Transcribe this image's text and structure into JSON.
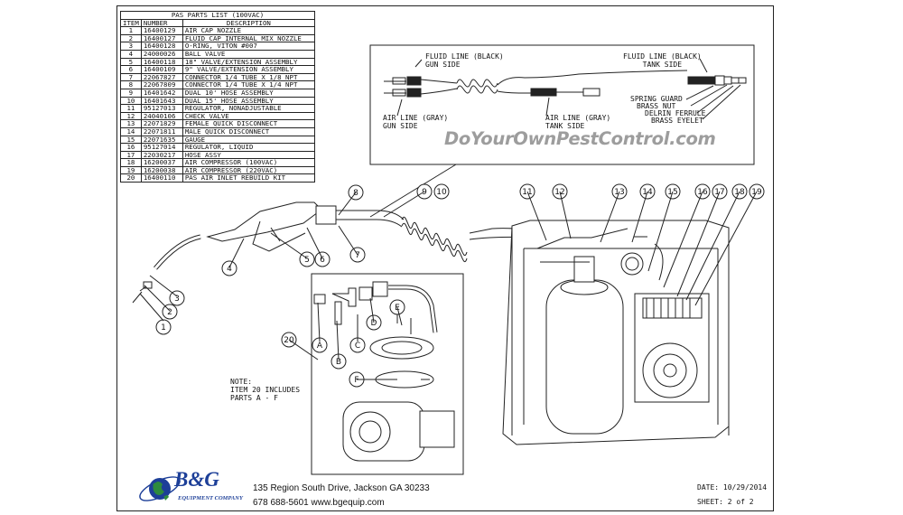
{
  "parts_list": {
    "title": "PAS PARTS LIST (100VAC)",
    "headers": {
      "item": "ITEM",
      "number": "NUMBER",
      "description": "DESCRIPTION"
    },
    "rows": [
      {
        "item": "1",
        "number": "16400129",
        "description": "AIR CAP NOZZLE"
      },
      {
        "item": "2",
        "number": "16400127",
        "description": "FLUID CAP INTERNAL MIX NOZZLE"
      },
      {
        "item": "3",
        "number": "16400128",
        "description": "O-RING, VITON #007"
      },
      {
        "item": "4",
        "number": "24000026",
        "description": "BALL VALVE"
      },
      {
        "item": "5",
        "number": "16400118",
        "description": "18\" VALVE/EXTENSION ASSEMBLY"
      },
      {
        "item": "6",
        "number": "16400109",
        "description": "9\" VALVE/EXTENSION ASSEMBLY"
      },
      {
        "item": "7",
        "number": "22067827",
        "description": "CONNECTOR 1/4 TUBE X 1/8 NPT"
      },
      {
        "item": "8",
        "number": "22067809",
        "description": "CONNECTOR 1/4 TUBE X 1/4 NPT"
      },
      {
        "item": "9",
        "number": "16401642",
        "description": "DUAL 10' HOSE ASSEMBLY"
      },
      {
        "item": "10",
        "number": "16401643",
        "description": "DUAL 15' HOSE ASSEMBLY"
      },
      {
        "item": "11",
        "number": "95127013",
        "description": "REGULATOR, NONADJUSTABLE"
      },
      {
        "item": "12",
        "number": "24040106",
        "description": "CHECK VALVE"
      },
      {
        "item": "13",
        "number": "22071829",
        "description": "FEMALE QUICK DISCONNECT"
      },
      {
        "item": "14",
        "number": "22071811",
        "description": "MALE QUICK DISCONNECT"
      },
      {
        "item": "15",
        "number": "22071635",
        "description": "GAUGE"
      },
      {
        "item": "16",
        "number": "95127014",
        "description": "REGULATOR, LIQUID"
      },
      {
        "item": "17",
        "number": "22030217",
        "description": "HOSE ASSY"
      },
      {
        "item": "18",
        "number": "16200037",
        "description": "AIR COMPRESSOR (100VAC)"
      },
      {
        "item": "19",
        "number": "16200038",
        "description": "AIR COMPRESSOR (220VAC)"
      },
      {
        "item": "20",
        "number": "16400110",
        "description": "PAS AIR INLET REBUILD KIT"
      }
    ]
  },
  "hose_detail": {
    "fluid_gun": "FLUID LINE (BLACK)\nGUN SIDE",
    "fluid_tank": "FLUID LINE (BLACK)\nTANK SIDE",
    "air_gun": "AIR LINE (GRAY)\nGUN SIDE",
    "air_tank": "AIR LINE (GRAY)\nTANK SIDE",
    "fittings": [
      "SPRING GUARD",
      "BRASS NUT",
      "DELRIN FERRULE",
      "BRASS EYELET"
    ]
  },
  "watermark": "DoYourOwnPestControl.com",
  "callouts": {
    "numbers": [
      "1",
      "2",
      "3",
      "4",
      "5",
      "6",
      "7",
      "8",
      "9",
      "10",
      "11",
      "12",
      "13",
      "14",
      "15",
      "16",
      "17",
      "18",
      "19",
      "20"
    ],
    "letters": [
      "A",
      "B",
      "C",
      "D",
      "E",
      "F"
    ]
  },
  "note": "NOTE:\nITEM 20 INCLUDES\nPARTS A - F",
  "company": {
    "logo": "B&G",
    "logo_sub": "EQUIPMENT COMPANY",
    "address": "135 Region South Drive, Jackson GA 30233",
    "contact": "678 688-5601  www.bgequip.com"
  },
  "date": "DATE: 10/29/2014",
  "sheet": "SHEET: 2 of 2",
  "colors": {
    "watermark": "#9d9d9d",
    "logo_blue": "#1d3f98",
    "globe_green": "#2e8b3e"
  }
}
